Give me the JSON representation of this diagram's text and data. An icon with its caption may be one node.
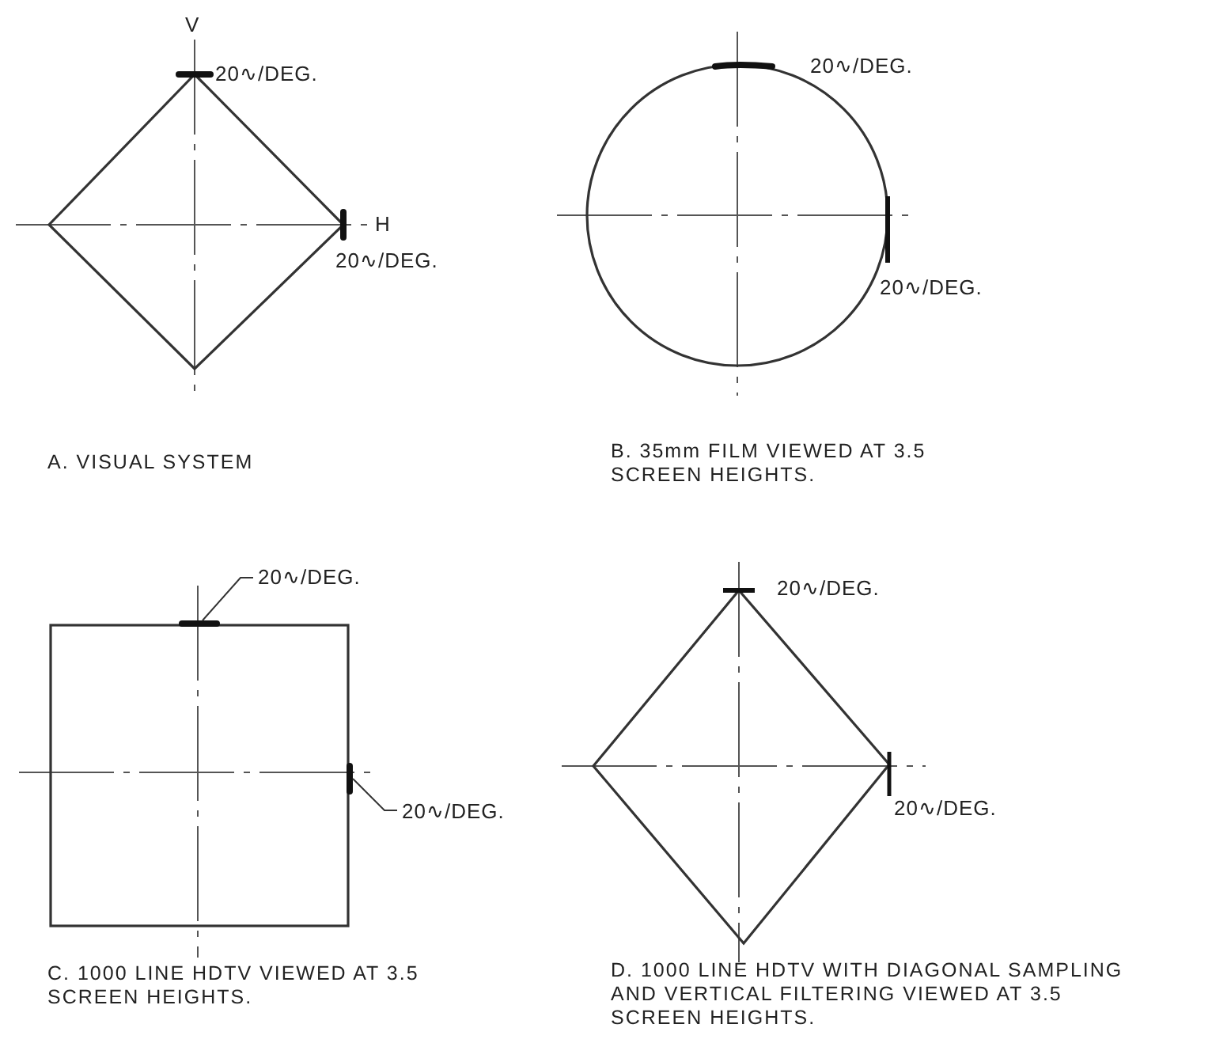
{
  "diagram": {
    "nodes": [
      {
        "text": [
          "20∿/DEG."
        ]
      },
      {
        "text": [
          "20∿/DEG."
        ]
      },
      {
        "text": [],
        "shape": "bar"
      },
      {
        "text": [],
        "shape": "bar"
      }
    ],
    "edges": [
      {
        "from": 0,
        "to": 2,
        "arrow": "none"
      },
      {
        "from": 1,
        "to": 3,
        "arrow": "none"
      }
    ],
    "labels": [
      "V",
      "20∿/DEG.",
      "20∿/DEG.",
      "H",
      "20∿/DEG.",
      "20∿/DEG.",
      "A. VISUAL SYSTEM",
      "B. 35mm FILM VIEWED AT 3.5 SCREEN HEIGHTS.",
      "20∿/DEG.",
      "20∿/DEG.",
      "C. 1000 LINE HDTV VIEWED AT 3.5 SCREEN HEIGHTS.",
      "D. 1000 LINE HDTV WITH DIAGONAL SAMPLING AND VERTICAL FILTERING VIEWED AT 3.5 SCREEN HEIGHTS."
    ]
  }
}
